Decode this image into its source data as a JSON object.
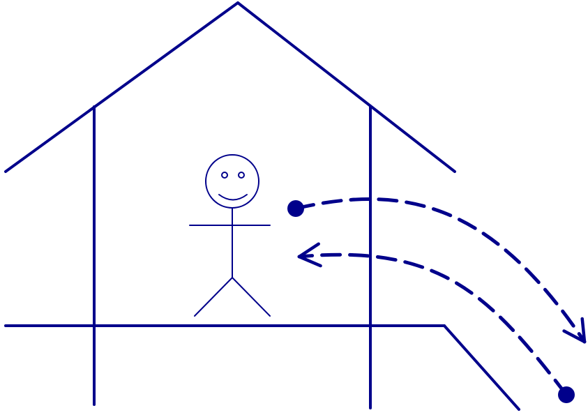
{
  "diagram": {
    "colors": {
      "ink": "#00008B",
      "background": "#FFFFFF"
    },
    "elements": {
      "house": "house-outline",
      "figure": "stick-figure",
      "outgoing_arrow": "dashed-arrow-outward",
      "incoming_arrow": "dashed-arrow-inward"
    }
  }
}
